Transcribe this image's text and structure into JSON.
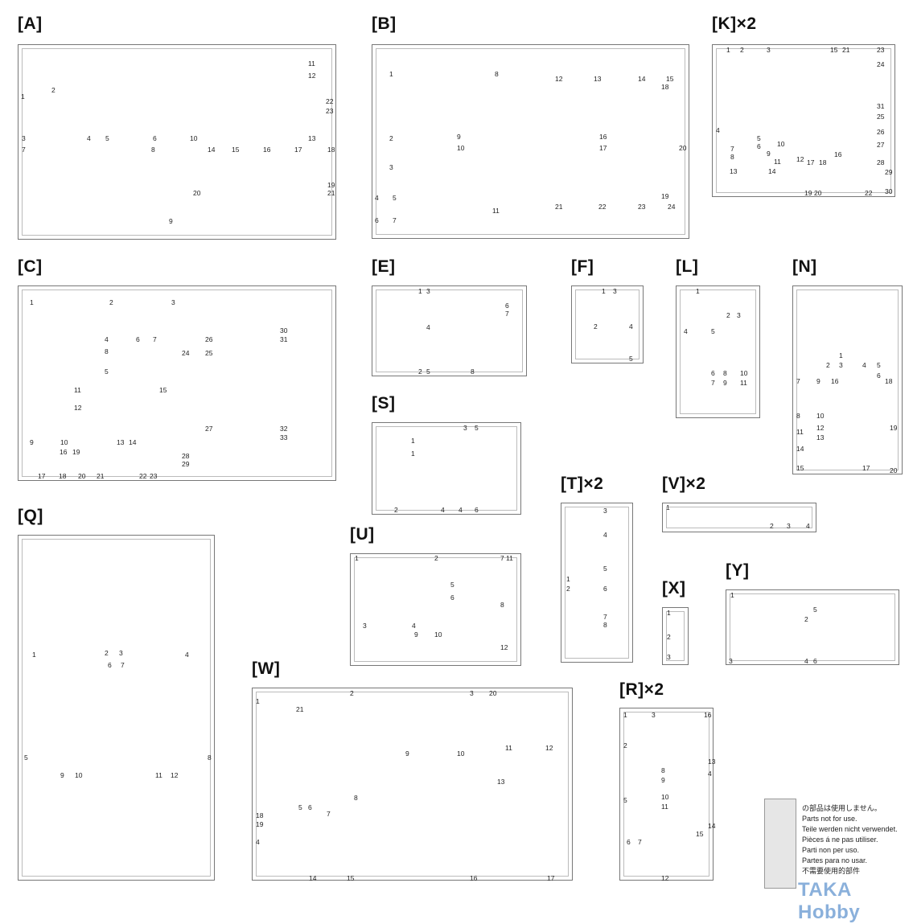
{
  "sprues": [
    {
      "id": "A",
      "label": "[A]",
      "parts": [
        "1",
        "2",
        "3",
        "4",
        "5",
        "6",
        "7",
        "8",
        "9",
        "10",
        "11",
        "12",
        "13",
        "14",
        "15",
        "16",
        "17",
        "18",
        "19",
        "20",
        "21",
        "22",
        "23"
      ]
    },
    {
      "id": "B",
      "label": "[B]",
      "parts": [
        "1",
        "2",
        "3",
        "4",
        "5",
        "6",
        "7",
        "8",
        "9",
        "10",
        "11",
        "12",
        "13",
        "14",
        "15",
        "16",
        "17",
        "18",
        "19",
        "20",
        "21",
        "22",
        "23",
        "24"
      ]
    },
    {
      "id": "K",
      "label": "[K]×2",
      "parts": [
        "1",
        "2",
        "3",
        "15",
        "21",
        "23",
        "24",
        "25",
        "26",
        "27",
        "28",
        "29",
        "30",
        "31",
        "4",
        "5",
        "6",
        "7",
        "8",
        "9",
        "10",
        "11",
        "12",
        "13",
        "14",
        "16",
        "17",
        "18",
        "19",
        "20",
        "22"
      ]
    },
    {
      "id": "C",
      "label": "[C]",
      "parts": [
        "1",
        "2",
        "3",
        "4",
        "5",
        "6",
        "7",
        "8",
        "9",
        "10",
        "11",
        "12",
        "13",
        "14",
        "15",
        "16",
        "17",
        "18",
        "19",
        "20",
        "21",
        "22",
        "23",
        "24",
        "25",
        "26",
        "27",
        "28",
        "29",
        "30",
        "31",
        "32",
        "33"
      ]
    },
    {
      "id": "E",
      "label": "[E]",
      "parts": [
        "1",
        "2",
        "3",
        "4",
        "5",
        "6",
        "7",
        "8"
      ]
    },
    {
      "id": "F",
      "label": "[F]",
      "parts": [
        "1",
        "2",
        "3",
        "4",
        "5"
      ]
    },
    {
      "id": "L",
      "label": "[L]",
      "parts": [
        "1",
        "2",
        "3",
        "4",
        "5",
        "6",
        "7",
        "8",
        "9",
        "10",
        "11"
      ]
    },
    {
      "id": "N",
      "label": "[N]",
      "parts": [
        "1",
        "2",
        "3",
        "4",
        "5",
        "6",
        "7",
        "8",
        "9",
        "10",
        "11",
        "12",
        "13",
        "14",
        "15",
        "16",
        "17",
        "18",
        "19",
        "20"
      ]
    },
    {
      "id": "S",
      "label": "[S]",
      "parts": [
        "1",
        "1",
        "2",
        "3",
        "4",
        "4",
        "5",
        "6"
      ]
    },
    {
      "id": "T",
      "label": "[T]×2",
      "parts": [
        "1",
        "2",
        "3",
        "4",
        "5",
        "6",
        "7",
        "8"
      ]
    },
    {
      "id": "V",
      "label": "[V]×2",
      "parts": [
        "1",
        "2",
        "3",
        "4"
      ]
    },
    {
      "id": "X",
      "label": "[X]",
      "parts": [
        "1",
        "2",
        "3"
      ]
    },
    {
      "id": "Y",
      "label": "[Y]",
      "parts": [
        "1",
        "2",
        "3",
        "4",
        "5",
        "6"
      ]
    },
    {
      "id": "U",
      "label": "[U]",
      "parts": [
        "1",
        "2",
        "3",
        "4",
        "5",
        "6",
        "7",
        "8",
        "9",
        "10",
        "11",
        "12"
      ]
    },
    {
      "id": "Q",
      "label": "[Q]",
      "parts": [
        "1",
        "2",
        "3",
        "4",
        "5",
        "6",
        "7",
        "8",
        "9",
        "10",
        "11",
        "12"
      ]
    },
    {
      "id": "W",
      "label": "[W]",
      "parts": [
        "1",
        "2",
        "3",
        "4",
        "5",
        "6",
        "7",
        "8",
        "9",
        "10",
        "11",
        "12",
        "13",
        "14",
        "15",
        "16",
        "17",
        "18",
        "19",
        "20",
        "21"
      ]
    },
    {
      "id": "R",
      "label": "[R]×2",
      "parts": [
        "1",
        "2",
        "3",
        "4",
        "5",
        "6",
        "7",
        "8",
        "9",
        "10",
        "11",
        "12",
        "13",
        "14",
        "15",
        "16"
      ]
    }
  ],
  "legend": {
    "lines": [
      "の部品は使用しません。",
      "Parts not for use.",
      "Teile werden nicht verwendet.",
      "Pièces á ne pas utiliser.",
      "Parti non per uso.",
      "Partes para no usar.",
      "不需要使用的部件"
    ]
  },
  "watermark": "TAKA Hobby"
}
